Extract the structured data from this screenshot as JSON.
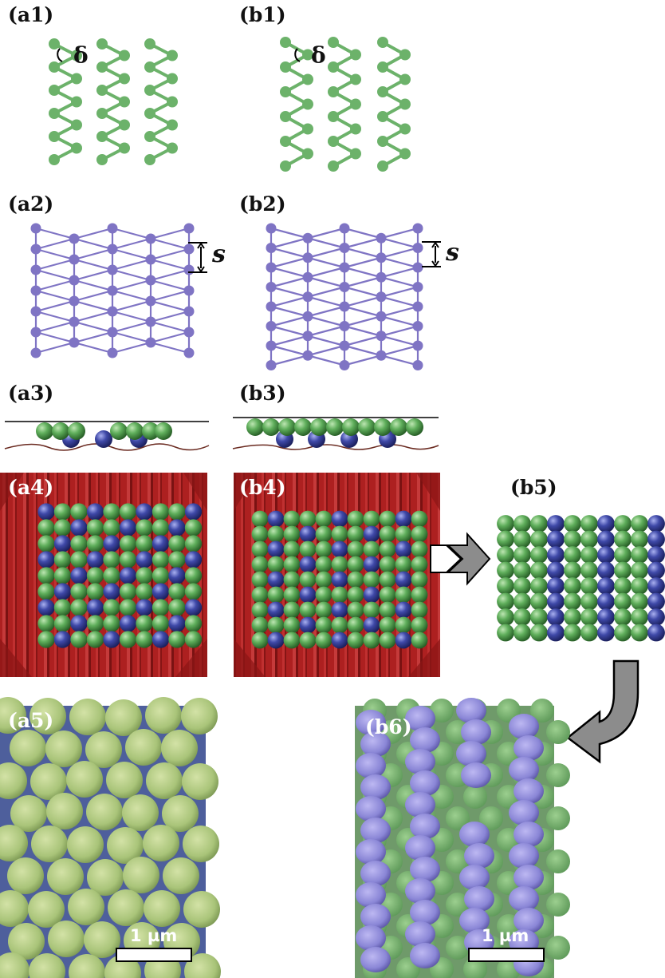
{
  "panels": {
    "a1": "(a1)",
    "b1": "(b1)",
    "a2": "(a2)",
    "b2": "(b2)",
    "a3": "(a3)",
    "b3": "(b3)",
    "a4": "(a4)",
    "b4": "(b4)",
    "b5": "(b5)",
    "a5": "(a5)",
    "b6": "(b6)"
  },
  "symbols": {
    "angle": "δ",
    "spacing": "s"
  },
  "scalebar": {
    "a5": "1 µm",
    "b6": "1 µm"
  },
  "colors": {
    "green_sphere": "#5aa657",
    "blue_sphere": "#3f49a8",
    "zigzag": "#6cb26a",
    "lattice": "#7f74c4",
    "afm_red": "#b02222",
    "sem_green": "#a9c479",
    "sem_blue": "#4e5f9c",
    "sem_purple": "#8a86d6",
    "arrow_gray": "#8c8c8c"
  }
}
